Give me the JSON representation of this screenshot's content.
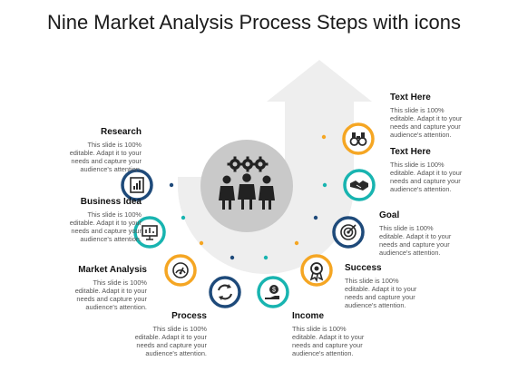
{
  "title": "Nine Market Analysis Process Steps with icons",
  "body_text": "This slide is 100% editable. Adapt it to your needs and capture your audience's attention.",
  "colors": {
    "orange": "#f5a623",
    "teal": "#18b4b0",
    "navy": "#1e4a7a",
    "arrow": "#eeeeee",
    "hub": "#c9c9c9"
  },
  "steps": [
    {
      "heading": "Research",
      "icon": "chart-report-icon",
      "color": "navy",
      "line1": "This slide is 100%",
      "line2": "editable. Adapt it to your",
      "line3": "needs and capture your",
      "line4": "audience's attention."
    },
    {
      "heading": "Business Idea",
      "icon": "presentation-board-icon",
      "color": "teal",
      "line1": "This slide is 100%",
      "line2": "editable. Adapt it to your",
      "line3": "needs and capture your",
      "line4": "audience's attention."
    },
    {
      "heading": "Market Analysis",
      "icon": "dashboard-gauge-icon",
      "color": "orange",
      "line1": "This slide is 100%",
      "line2": "editable. Adapt it to your",
      "line3": "needs and capture your",
      "line4": "audience's attention."
    },
    {
      "heading": "Process",
      "icon": "cycle-arrows-icon",
      "color": "navy",
      "line1": "This slide is 100%",
      "line2": "editable. Adapt it to your",
      "line3": "needs and capture your",
      "line4": "audience's attention."
    },
    {
      "heading": "Income",
      "icon": "money-hand-icon",
      "color": "teal",
      "line1": "This slide is 100%",
      "line2": "editable. Adapt it to your",
      "line3": "needs and capture your",
      "line4": "audience's attention."
    },
    {
      "heading": "Success",
      "icon": "award-ribbon-icon",
      "color": "orange",
      "line1": "This slide is 100%",
      "line2": "editable. Adapt it to your",
      "line3": "needs and capture your",
      "line4": "audience's attention."
    },
    {
      "heading": "Goal",
      "icon": "target-icon",
      "color": "navy",
      "line1": "This slide is 100%",
      "line2": "editable. Adapt it to your",
      "line3": "needs and capture your",
      "line4": "audience's attention."
    },
    {
      "heading": "Text Here",
      "icon": "handshake-icon",
      "color": "teal",
      "line1": "This slide is 100%",
      "line2": "editable. Adapt it to your",
      "line3": "needs and capture your",
      "line4": "audience's attention."
    },
    {
      "heading": "Text Here",
      "icon": "binoculars-icon",
      "color": "orange",
      "line1": "This slide is 100%",
      "line2": "editable. Adapt it to your",
      "line3": "needs and capture your",
      "line4": "audience's attention."
    }
  ],
  "hub_icon": "business-team-gears-icon"
}
